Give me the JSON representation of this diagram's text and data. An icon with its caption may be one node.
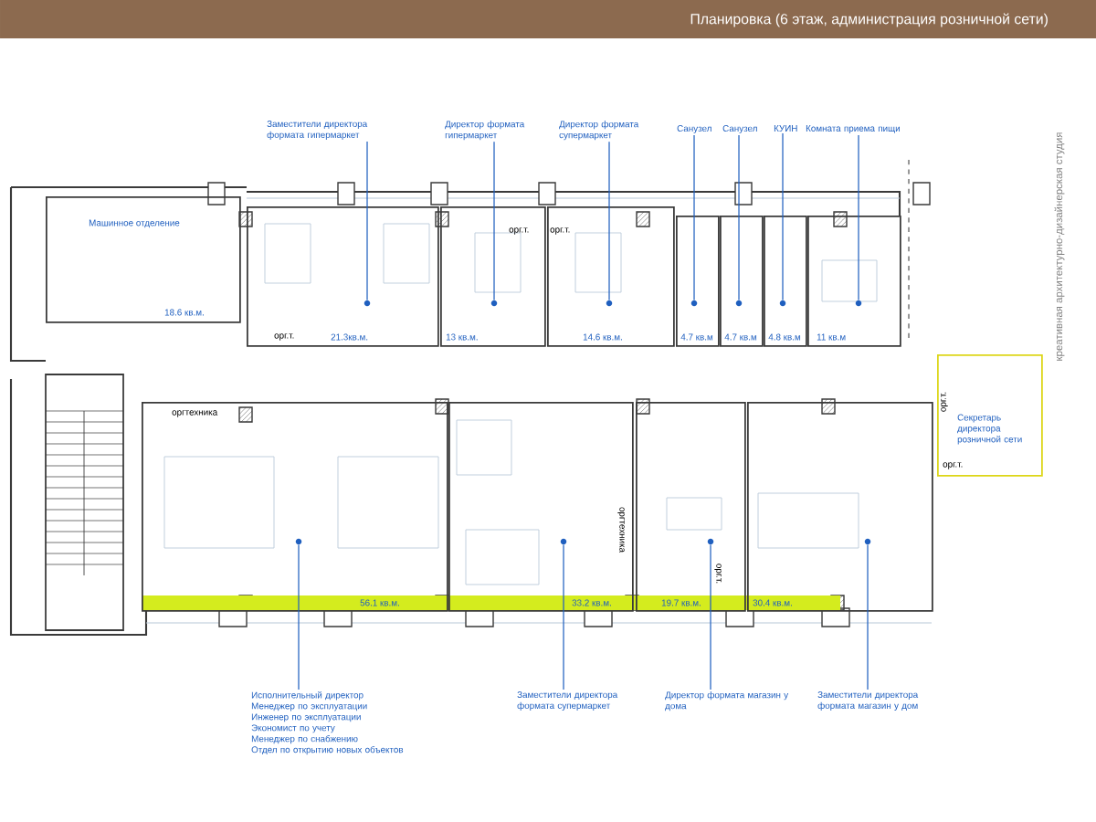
{
  "diagram": {
    "title": "Планировка (6 этаж, администрация розничной сети)",
    "nodes": [
      {
        "text": [
          "Заместители директора формата гипермаркет"
        ]
      },
      {
        "text": [
          "Директор формата гипермаркет"
        ]
      },
      {
        "text": [
          "Директор формата супермаркет"
        ]
      },
      {
        "text": [
          "Санузел"
        ]
      },
      {
        "text": [
          "Санузел"
        ]
      },
      {
        "text": [
          "КУИН"
        ]
      },
      {
        "text": [
          "Комната приема пищи"
        ]
      },
      {
        "text": [
          "Машинное отделение",
          "18.6 кв.м."
        ]
      },
      {
        "text": [
          "орг.т.",
          "21.3кв.м."
        ]
      },
      {
        "text": [],
        "shape": "circle",
        "in": 8
      },
      {
        "text": [
          "орг.т.",
          "13 кв.м."
        ]
      },
      {
        "text": [],
        "shape": "circle",
        "in": 10
      },
      {
        "text": [
          "орг.т.",
          "14.6 кв.м."
        ]
      },
      {
        "text": [],
        "shape": "circle",
        "in": 12
      },
      {
        "text": [
          "4.7 кв.м"
        ]
      },
      {
        "text": [],
        "shape": "circle",
        "in": 14
      },
      {
        "text": [
          "4.7 кв.м"
        ]
      },
      {
        "text": [],
        "shape": "circle",
        "in": 16
      },
      {
        "text": [
          "4.8 кв.м"
        ]
      },
      {
        "text": [],
        "shape": "circle",
        "in": 18
      },
      {
        "text": [
          "11 кв.м"
        ]
      },
      {
        "text": [],
        "shape": "circle",
        "in": 20
      },
      {
        "text": [
          "Секретарь директора розничной сети",
          "орг.т.",
          "орг.т."
        ]
      },
      {
        "text": [
          "оргтехника",
          "56.1 кв.м."
        ]
      },
      {
        "text": [],
        "shape": "circle",
        "in": 23
      },
      {
        "text": [
          "оргтехника",
          "33.2 кв.м."
        ]
      },
      {
        "text": [],
        "shape": "circle",
        "in": 25
      },
      {
        "text": [
          "орг.т.",
          "19.7 кв.м."
        ]
      },
      {
        "text": [],
        "shape": "circle",
        "in": 27
      },
      {
        "text": [
          "30.4 кв.м."
        ]
      },
      {
        "text": [],
        "shape": "circle",
        "in": 29
      },
      {
        "text": [
          "Исполнительный директор",
          "Менеджер по эксплуатации",
          "Инженер по эксплуатации",
          "Экономист по учету",
          "Менеджер по снабжению",
          "Отдел по открытию новых объектов"
        ]
      },
      {
        "text": [
          "Заместители директора формата супермаркет"
        ]
      },
      {
        "text": [
          "Директор формата магазин у дома"
        ]
      },
      {
        "text": [
          "Заместители директора формата магазин у дом"
        ]
      }
    ],
    "edges": [
      {
        "from": 0,
        "to": 9,
        "arrow": "none"
      },
      {
        "from": 1,
        "to": 11,
        "arrow": "none"
      },
      {
        "from": 2,
        "to": 13,
        "arrow": "none"
      },
      {
        "from": 3,
        "to": 15,
        "arrow": "none"
      },
      {
        "from": 4,
        "to": 17,
        "arrow": "none"
      },
      {
        "from": 5,
        "to": 19,
        "arrow": "none"
      },
      {
        "from": 6,
        "to": 21,
        "arrow": "none"
      },
      {
        "from": 31,
        "to": 24,
        "arrow": "none"
      },
      {
        "from": 32,
        "to": 26,
        "arrow": "none"
      },
      {
        "from": 33,
        "to": 28,
        "arrow": "none"
      },
      {
        "from": 34,
        "to": 30,
        "arrow": "none"
      }
    ],
    "labels": [
      "креативная архитектурно-дизайнерская студия"
    ]
  }
}
